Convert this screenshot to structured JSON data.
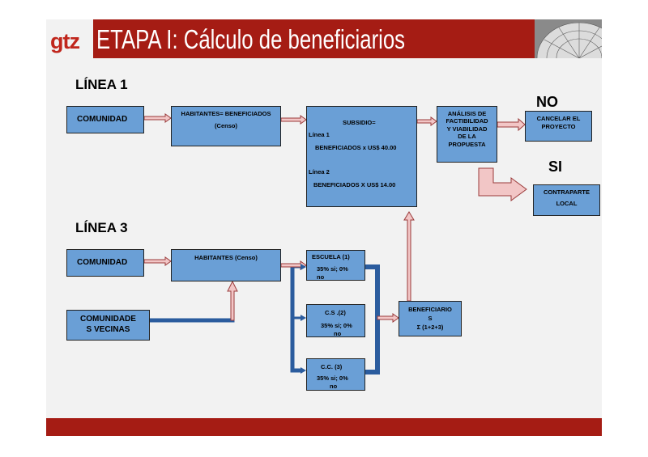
{
  "header": {
    "logo": "gtz",
    "title": "ETAPA I: Cálculo de beneficiarios"
  },
  "sections": {
    "linea1": "LÍNEA 1",
    "linea3": "LÍNEA 3"
  },
  "answers": {
    "no": "NO",
    "si": "SI"
  },
  "linea1": {
    "comunidad": "COMUNIDAD",
    "habitantes_line1": "HABITANTES= BENEFICIADOS",
    "habitantes_line2": "(Censo)",
    "subsidio_title": "SUBSIDIO=",
    "linea1_label": "Línea 1",
    "linea1_value": "BENEFICIADOS x US$ 40.00",
    "linea2_label": "Línea 2",
    "linea2_value": "BENEFICIADOS X US$ 14.00",
    "analisis_lines": [
      "ANÁLISIS DE",
      "FACTIBILIDAD",
      "Y VIABILIDAD",
      "DE LA",
      "PROPUESTA"
    ],
    "cancelar_lines": [
      "CANCELAR EL",
      "PROYECTO"
    ],
    "contraparte_lines": [
      "CONTRAPARTE",
      "LOCAL"
    ]
  },
  "linea3": {
    "comunidad": "COMUNIDAD",
    "vecinas_lines": [
      "COMUNIDADE",
      "S VECINAS"
    ],
    "habitantes": "HABITANTES (Censo)",
    "escuela": {
      "title": "ESCUELA (1)",
      "l1": "35% si; 0%",
      "l2": "no"
    },
    "cs": {
      "title": "C.S .(2)",
      "l1": "35% si; 0%",
      "l2": "no"
    },
    "cc": {
      "title": "C.C. (3)",
      "l1": "35% si; 0%",
      "l2": "no"
    },
    "beneficiarios_lines": [
      "BENEFICIARIO",
      "S",
      "Σ (1+2+3)"
    ]
  },
  "colors": {
    "header": "#a51c14",
    "box": "#6a9fd6",
    "connector": "#2b5c9e",
    "arrow_fill": "#f2c6c6",
    "arrow_stroke": "#9b3b3b"
  }
}
